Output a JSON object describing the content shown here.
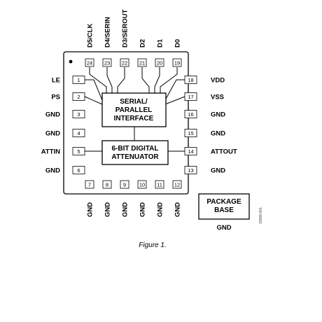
{
  "top_pins": [
    {
      "num": "24",
      "name": "D5/CLK"
    },
    {
      "num": "23",
      "name": "D4/SERIN"
    },
    {
      "num": "22",
      "name": "D3/SEROUT"
    },
    {
      "num": "21",
      "name": "D2"
    },
    {
      "num": "20",
      "name": "D1"
    },
    {
      "num": "19",
      "name": "D0"
    }
  ],
  "left_pins": [
    {
      "num": "1",
      "name": "LE"
    },
    {
      "num": "2",
      "name": "PS"
    },
    {
      "num": "3",
      "name": "GND"
    },
    {
      "num": "4",
      "name": "GND"
    },
    {
      "num": "5",
      "name": "ATTIN"
    },
    {
      "num": "6",
      "name": "GND"
    }
  ],
  "right_pins": [
    {
      "num": "18",
      "name": "VDD"
    },
    {
      "num": "17",
      "name": "VSS"
    },
    {
      "num": "16",
      "name": "GND"
    },
    {
      "num": "15",
      "name": "GND"
    },
    {
      "num": "14",
      "name": "ATTOUT"
    },
    {
      "num": "13",
      "name": "GND"
    }
  ],
  "bottom_pins": [
    {
      "num": "7",
      "name": "GND"
    },
    {
      "num": "8",
      "name": "GND"
    },
    {
      "num": "9",
      "name": "GND"
    },
    {
      "num": "10",
      "name": "GND"
    },
    {
      "num": "11",
      "name": "GND"
    },
    {
      "num": "12",
      "name": "GND"
    }
  ],
  "serial_block": [
    "SERIAL/",
    "PARALLEL",
    "INTERFACE"
  ],
  "attenuator_block": [
    "6-BIT DIGITAL",
    "ATTENUATOR"
  ],
  "package_base": {
    "label": [
      "PACKAGE",
      "BASE"
    ],
    "pin": "GND"
  },
  "figure_code": "15958-001",
  "caption": "Figure 1."
}
